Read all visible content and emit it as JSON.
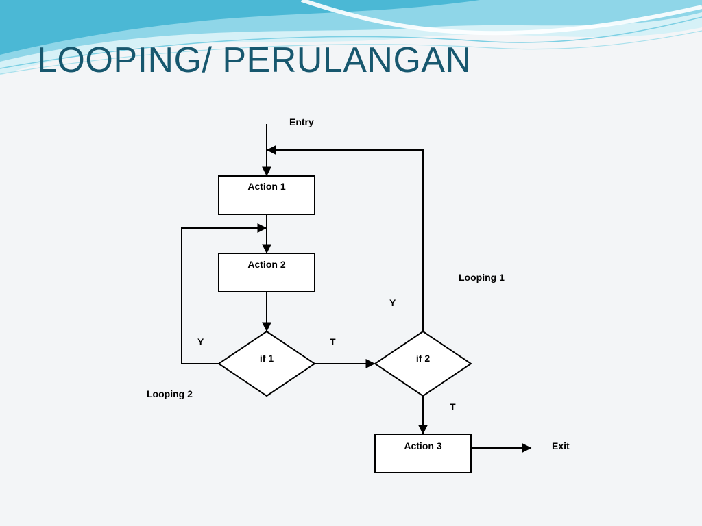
{
  "slide": {
    "title": "LOOPING/ PERULANGAN"
  },
  "flowchart": {
    "entry_label": "Entry",
    "exit_label": "Exit",
    "nodes": {
      "action1": "Action 1",
      "action2": "Action 2",
      "if1": "if 1",
      "if2": "if 2",
      "action3": "Action 3"
    },
    "edge_labels": {
      "if1_yes": "Y",
      "if1_no": "T",
      "if2_yes": "Y",
      "if2_no": "T"
    },
    "loop_labels": {
      "loop1": "Looping 1",
      "loop2": "Looping 2"
    }
  },
  "colors": {
    "title": "#17576e",
    "wave_light": "#bfe9f2",
    "wave_mid": "#6fcbe0",
    "wave_dark": "#2aa6c6"
  }
}
